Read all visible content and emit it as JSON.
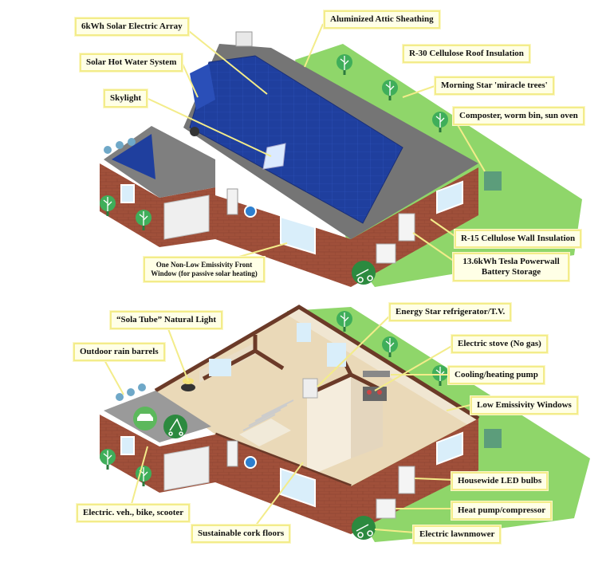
{
  "top_house": {
    "labels": {
      "solar_array": "6kWh Solar Electric Array",
      "solar_hot_water": "Solar Hot Water System",
      "skylight": "Skylight",
      "attic_sheathing": "Aluminized Attic Sheathing",
      "roof_insulation": "R-30 Cellulose Roof Insulation",
      "miracle_trees": "Morning Star 'miracle trees'",
      "composter": "Composter, worm bin, sun oven",
      "wall_insulation": "R-15 Cellulose Wall Insulation",
      "powerwall_line1": "13.6kWh Tesla Powerwall",
      "powerwall_line2": "Battery Storage",
      "front_window_line1": "One Non-Low Emissivity Front",
      "front_window_line2": "Window (for passive solar heating)"
    }
  },
  "bottom_house": {
    "labels": {
      "sola_tube": "“Sola Tube” Natural Light",
      "energy_star": "Energy Star refrigerator/T.V.",
      "rain_barrels": "Outdoor rain barrels",
      "electric_stove": "Electric stove (No gas)",
      "cooling_pump": "Cooling/heating pump",
      "low_e_windows": "Low Emissivity Windows",
      "led_bulbs": "Housewide LED bulbs",
      "heat_pump": "Heat pump/compressor",
      "electric_vehicles": "Electric. veh., bike, scooter",
      "cork_floors": "Sustainable cork floors",
      "lawnmower": "Electric lawnmower"
    }
  },
  "colors": {
    "grass": "#8fd66a",
    "brick": "#a0503a",
    "roof": "#757575",
    "solar": "#1f3f9e",
    "label_bg": "#ffffe6",
    "label_border": "#f3ec8a",
    "tree": "#3fae5a"
  },
  "icons": [
    "tree-icon",
    "car-icon",
    "scooter-icon",
    "lawnmower-icon",
    "rain-barrel-icon",
    "chimney-icon"
  ]
}
